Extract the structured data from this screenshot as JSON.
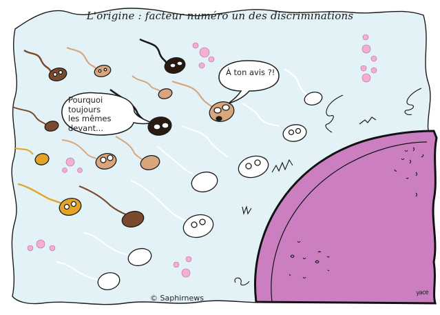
{
  "cartoon": {
    "title": "L'origine : facteur numéro un des discriminations",
    "speech_bubbles": [
      {
        "id": "left",
        "text_lines": [
          "Pourquoi",
          "toujours",
          "les mêmes",
          "devant..."
        ]
      },
      {
        "id": "right",
        "text": "À ton avis ?!"
      }
    ],
    "copyright": "© Saphirnews",
    "signature": "yace"
  },
  "colors": {
    "background": "#e2f2f6",
    "egg": "#cc7fc0",
    "bubbles_pink": "#f4aed6",
    "outline": "#1a1a1a",
    "sperm_dark": "#2a1a12",
    "sperm_brown": "#7a4a2e",
    "sperm_tan": "#d9a57c",
    "sperm_yellow": "#e3a426",
    "sperm_white": "#ffffff"
  }
}
